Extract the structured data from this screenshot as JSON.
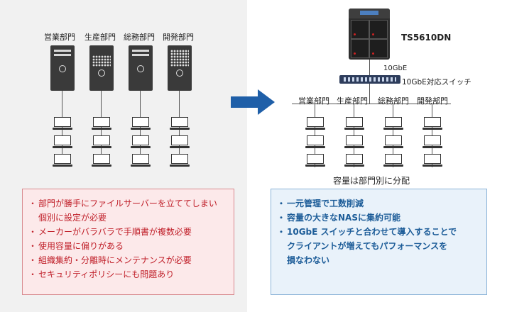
{
  "left": {
    "departments": [
      "営業部門",
      "生産部門",
      "総務部門",
      "開発部門"
    ],
    "issues": [
      "部門が勝手にファイルサーバーを立ててしまい",
      "個別に設定が必要",
      "メーカーがバラバラで手順書が複数必要",
      "使用容量に偏りがある",
      "組織集約・分離時にメンテナンスが必要",
      "セキュリティポリシーにも問題あり"
    ]
  },
  "right": {
    "nas_model": "TS5610DN",
    "link_label": "10GbE",
    "switch_label": "10GbE対応スイッチ",
    "departments": [
      "営業部門",
      "生産部門",
      "総務部門",
      "開発部門"
    ],
    "capacity_note": "容量は部門別に分配",
    "benefits": [
      "一元管理で工数削減",
      "容量の大きなNASに集約可能",
      "10GbE スイッチと合わせて導入することで",
      "クライアントが増えてもパフォーマンスを",
      "損なわない"
    ]
  },
  "colors": {
    "arrow": "#1f5fa8",
    "issue_text": "#c0202a",
    "benefit_text": "#1c5c98"
  }
}
